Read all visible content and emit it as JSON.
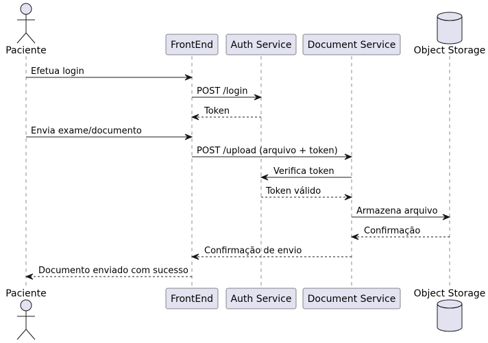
{
  "participants": [
    {
      "id": "paciente",
      "label": "Paciente",
      "kind": "actor"
    },
    {
      "id": "frontend",
      "label": "FrontEnd",
      "kind": "box"
    },
    {
      "id": "auth",
      "label": "Auth Service",
      "kind": "box"
    },
    {
      "id": "document",
      "label": "Document Service",
      "kind": "box"
    },
    {
      "id": "storage",
      "label": "Object Storage",
      "kind": "database"
    }
  ],
  "messages": [
    {
      "from": "paciente",
      "to": "frontend",
      "text": "Efetua login",
      "style": "solid"
    },
    {
      "from": "frontend",
      "to": "auth",
      "text": "POST /login",
      "style": "solid"
    },
    {
      "from": "auth",
      "to": "frontend",
      "text": "Token",
      "style": "dashed"
    },
    {
      "from": "paciente",
      "to": "frontend",
      "text": "Envia exame/documento",
      "style": "solid"
    },
    {
      "from": "frontend",
      "to": "document",
      "text": "POST /upload (arquivo + token)",
      "style": "solid"
    },
    {
      "from": "document",
      "to": "auth",
      "text": "Verifica token",
      "style": "solid"
    },
    {
      "from": "auth",
      "to": "document",
      "text": "Token válido",
      "style": "dashed"
    },
    {
      "from": "document",
      "to": "storage",
      "text": "Armazena arquivo",
      "style": "solid"
    },
    {
      "from": "storage",
      "to": "document",
      "text": "Confirmação",
      "style": "dashed"
    },
    {
      "from": "document",
      "to": "frontend",
      "text": "Confirmação de envio",
      "style": "dashed"
    },
    {
      "from": "frontend",
      "to": "paciente",
      "text": "Documento enviado com sucesso",
      "style": "dashed"
    }
  ],
  "colors": {
    "participant_fill": "#E2E2F0",
    "participant_border": "#181818",
    "lifeline": "#181818",
    "arrow": "#181818"
  }
}
